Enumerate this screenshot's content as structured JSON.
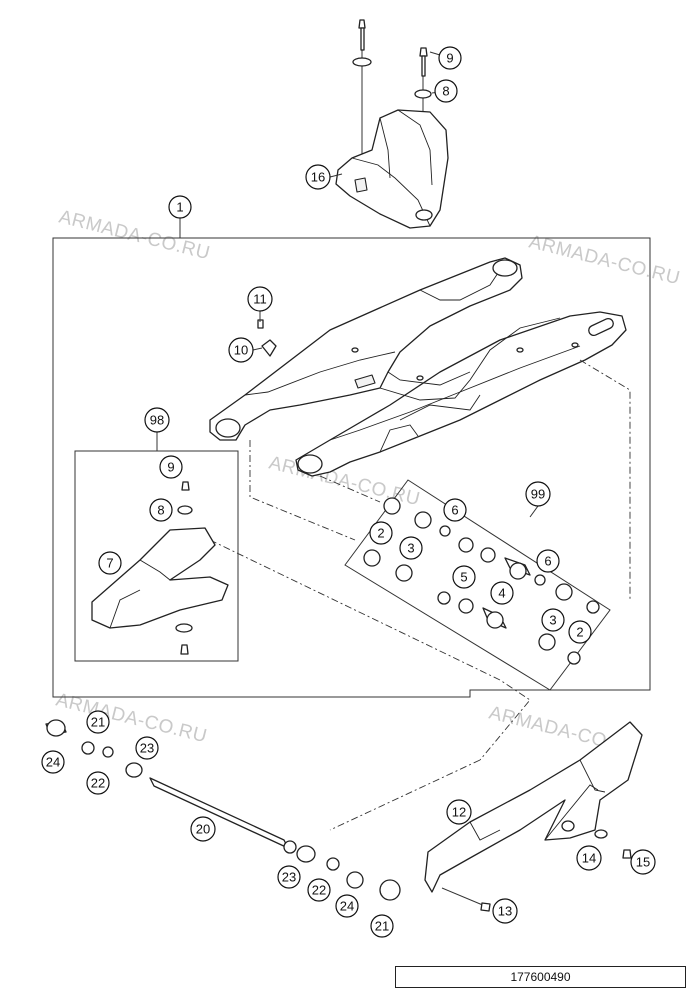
{
  "watermark": "ARMADA-CO.RU",
  "drawing_code": "177600490",
  "callouts": {
    "c1": "1",
    "c2a": "2",
    "c2b": "2",
    "c3a": "3",
    "c3b": "3",
    "c4": "4",
    "c5": "5",
    "c6a": "6",
    "c6b": "6",
    "c7": "7",
    "c8a": "8",
    "c8b": "8",
    "c9a": "9",
    "c9b": "9",
    "c10": "10",
    "c11": "11",
    "c12": "12",
    "c13": "13",
    "c14": "14",
    "c15": "15",
    "c16": "16",
    "c20": "20",
    "c21a": "21",
    "c21b": "21",
    "c22a": "22",
    "c22b": "22",
    "c23a": "23",
    "c23b": "23",
    "c24a": "24",
    "c24b": "24",
    "c98": "98",
    "c99": "99"
  }
}
